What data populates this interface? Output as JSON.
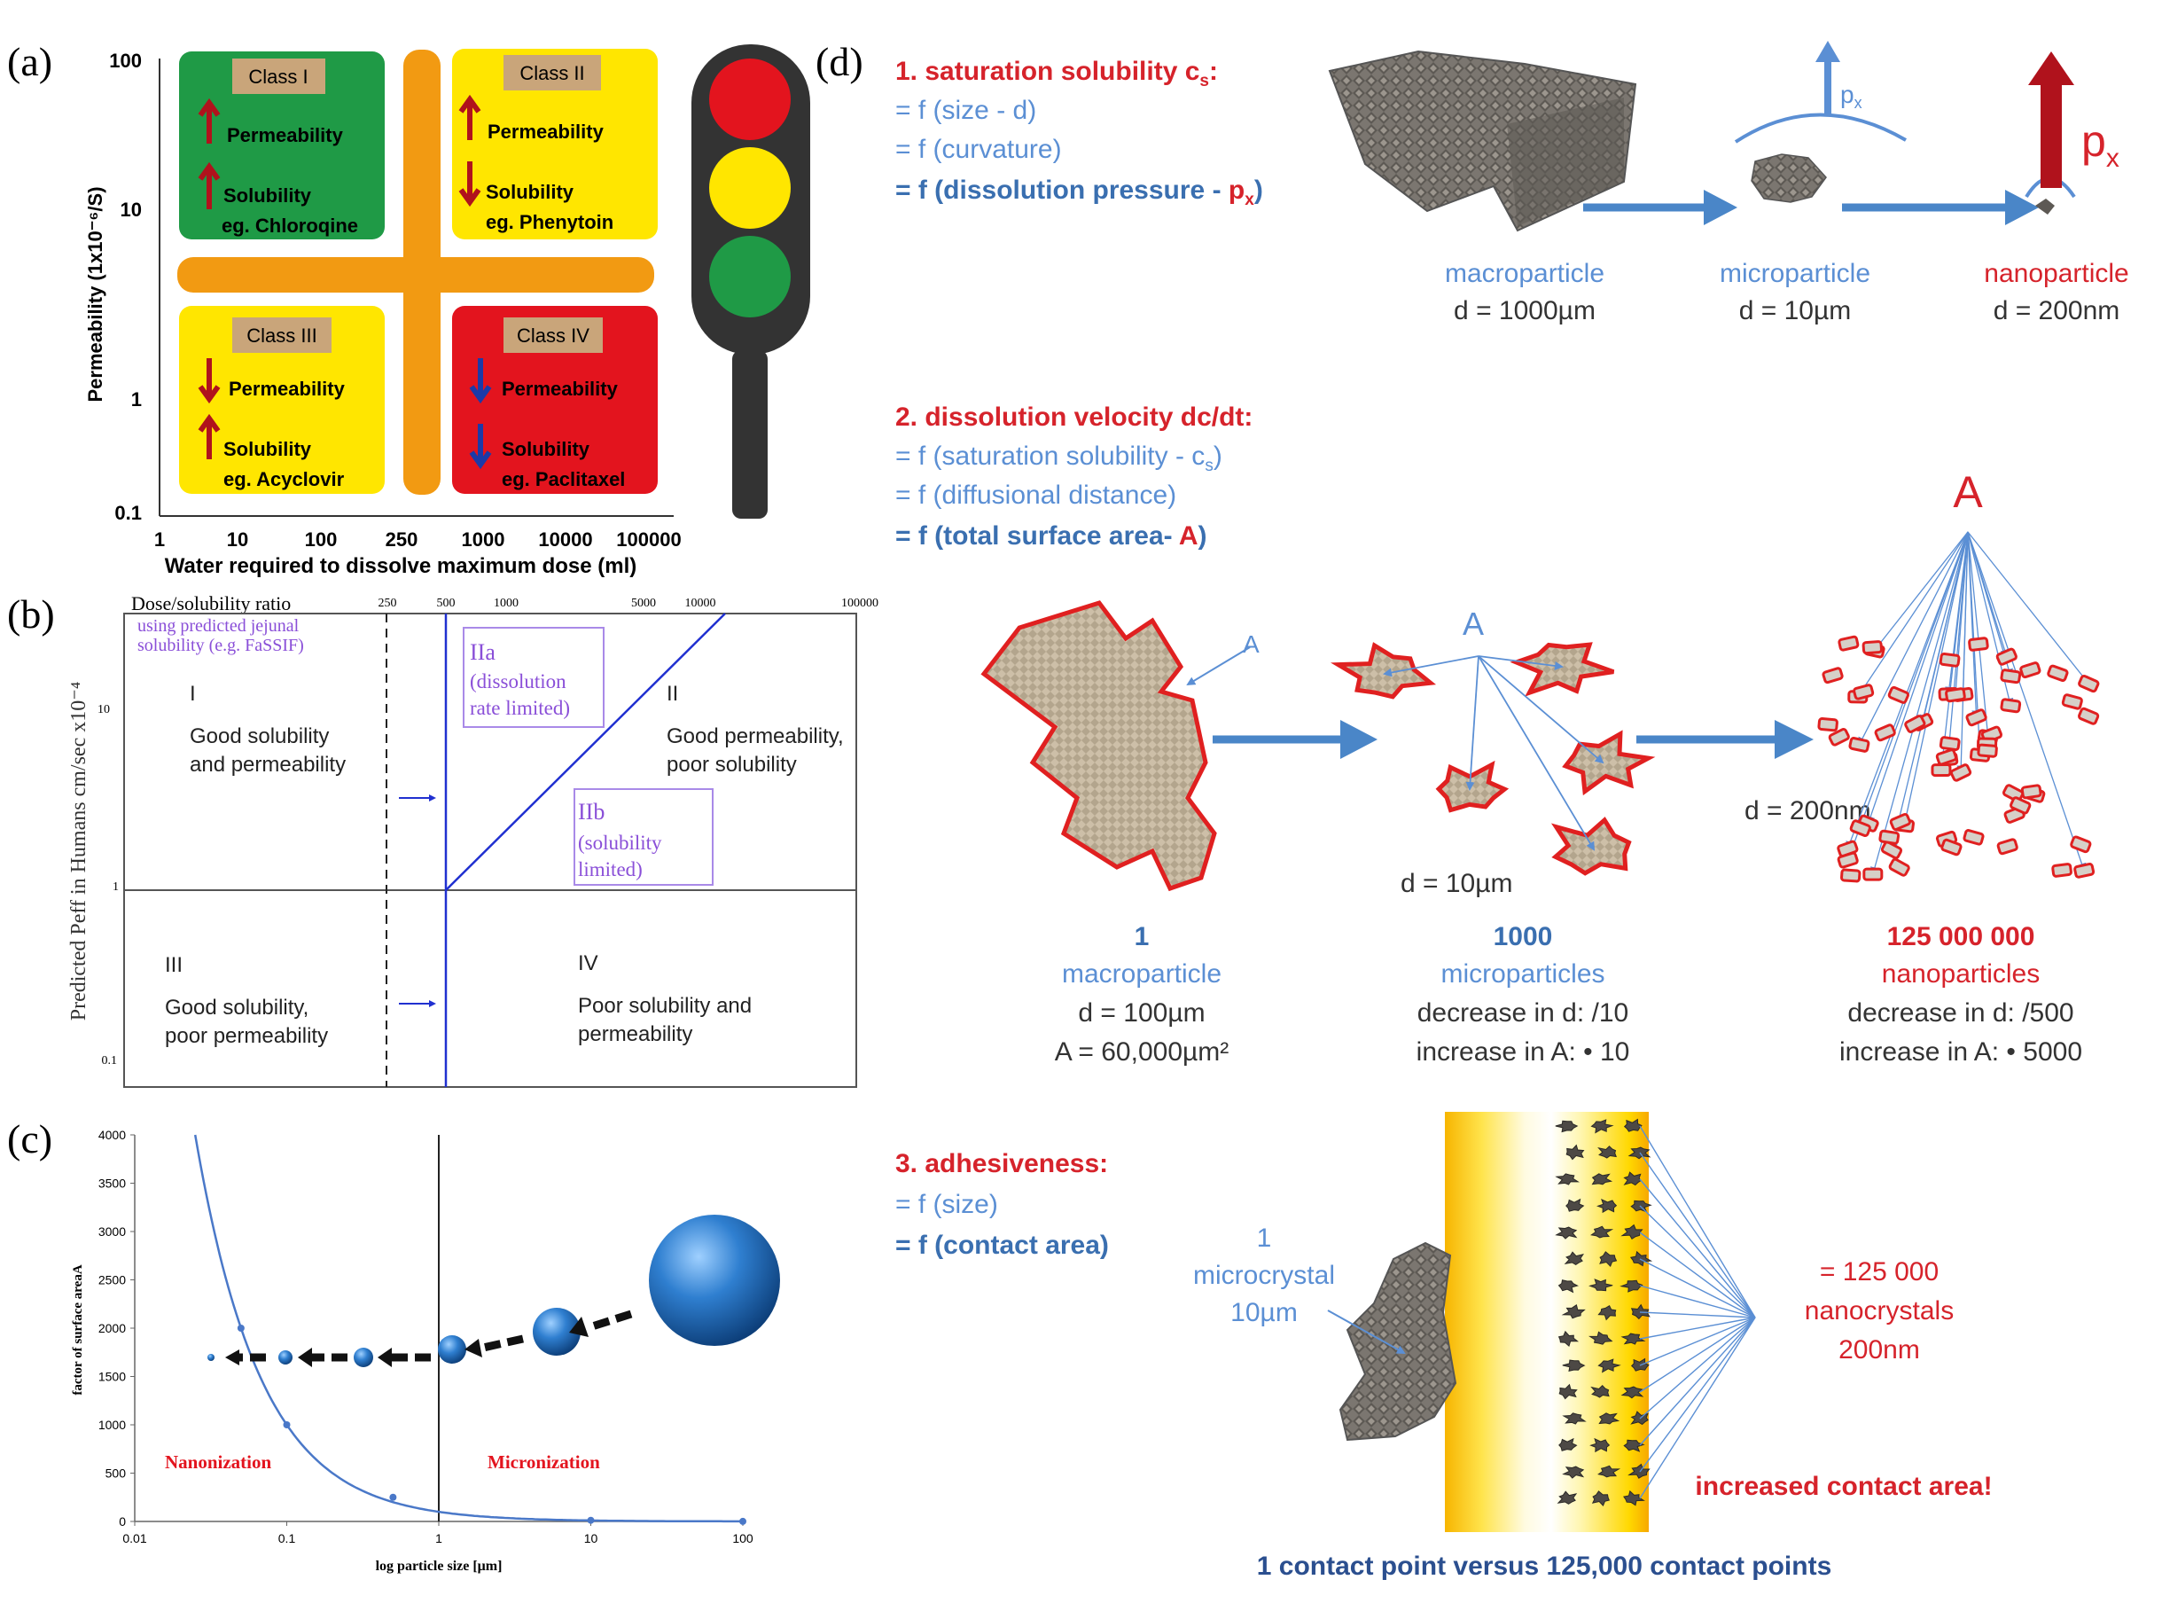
{
  "panel_a": {
    "label": "(a)",
    "yaxis_label": "Permeability (1x10⁻⁶/S)",
    "xaxis_label": "Water required to dissolve maximum dose (ml)",
    "y_ticks": [
      "100",
      "10",
      "1",
      "0.1"
    ],
    "x_ticks": [
      "1",
      "10",
      "100",
      "250",
      "1000",
      "10000",
      "100000"
    ],
    "colors": {
      "green": "#1f9a46",
      "yellow": "#ffe600",
      "red": "#e3141e",
      "orange": "#f29a12",
      "tag": "#c9a57a"
    },
    "classes": [
      {
        "tag": "Class I",
        "perm": "Permeability",
        "sol": "Solubility",
        "eg": "eg. Chloroqine"
      },
      {
        "tag": "Class II",
        "perm": "Permeability",
        "sol": "Solubility",
        "eg": "eg. Phenytoin"
      },
      {
        "tag": "Class III",
        "perm": "Permeability",
        "sol": "Solubility",
        "eg": "eg. Acyclovir"
      },
      {
        "tag": "Class IV",
        "perm": "Permeability",
        "sol": "Solubility",
        "eg": "eg. Paclitaxel"
      }
    ]
  },
  "panel_b": {
    "label": "(b)",
    "top_label": "Dose/solubility ratio",
    "top_ticks": [
      "250",
      "500",
      "1000",
      "5000",
      "10000",
      "100000"
    ],
    "note_line1": "using predicted jejunal",
    "note_line2": "solubility (e.g. FaSSIF)",
    "yaxis_label": "Predicted  Peff in Humans cm/sec x10⁻⁴",
    "y_ticks": [
      "10",
      "1",
      "0.1"
    ],
    "I": {
      "roman": "I",
      "l1": "Good solubility",
      "l2": "and permeability"
    },
    "II": {
      "roman": "II",
      "l1": "Good permeability,",
      "l2": "poor solubility"
    },
    "IIa": {
      "roman": "IIa",
      "l1": "(dissolution",
      "l2": "rate limited)"
    },
    "IIb": {
      "roman": "IIb",
      "l1": "(solubility",
      "l2": "limited)"
    },
    "III": {
      "roman": "III",
      "l1": "Good solubility,",
      "l2": "poor permeability"
    },
    "IV": {
      "roman": "IV",
      "l1": "Poor solubility and",
      "l2": "permeability"
    }
  },
  "panel_c": {
    "label": "(c)",
    "yaxis_label": "factor of surface areaA",
    "xaxis_label": "log  particle size [μm]",
    "y_ticks": [
      "4000",
      "3500",
      "3000",
      "2500",
      "2000",
      "1500",
      "1000",
      "500",
      "0"
    ],
    "x_ticks": [
      "0.01",
      "0.1",
      "1",
      "10",
      "100"
    ],
    "nano_label": "Nanonization",
    "micro_label": "Micronization",
    "chart_data": {
      "type": "line",
      "xlabel": "log  particle size [μm]",
      "ylabel": "factor of surface areaA",
      "xscale": "log",
      "xlim": [
        0.01,
        100
      ],
      "ylim": [
        0,
        4000
      ],
      "x": [
        0.05,
        0.1,
        0.5,
        10,
        100
      ],
      "y": [
        2000,
        1000,
        250,
        12,
        1
      ]
    }
  },
  "panel_d": {
    "label": "(d)",
    "s1_title": "1. saturation solubility c",
    "s1_title_sub": "s",
    "s1_title_end": ":",
    "s1_l1": "= f (size - d)",
    "s1_l2": "= f (curvature)",
    "s1_l3": "= f (dissolution pressure - ",
    "s1_l3_red": "p",
    "s1_l3_sub": "x",
    "s1_l3_end": ")",
    "macro_name": "macroparticle",
    "macro_d": "d = 1000µm",
    "micro_name": "microparticle",
    "micro_d": "d = 10µm",
    "nano_name": "nanoparticle",
    "nano_d": "d = 200nm",
    "p_small": "p",
    "p_small_sub": "x",
    "p_big": "p",
    "p_big_sub": "x",
    "s2_title": "2. dissolution velocity dc/dt:",
    "s2_l1": "= f (saturation solubility - c",
    "s2_l1_sub": "s",
    "s2_l1_end": ")",
    "s2_l2": "= f (diffusional distance)",
    "s2_l3": "= f (total surface area- ",
    "s2_l3_red": "A",
    "s2_l3_end": ")",
    "A_label": "A",
    "d_10": "d = 10µm",
    "d_200": "d = 200nm",
    "c1_count": "1",
    "c1_name": "macroparticle",
    "c1_d": "d = 100µm",
    "c1_A": "A = 60,000µm²",
    "c2_count": "1000",
    "c2_name": "microparticles",
    "c2_d": "decrease in d: /10",
    "c2_A": "increase in A: • 10",
    "c3_count": "125 000 000",
    "c3_name": "nanoparticles",
    "c3_d": "decrease in d: /500",
    "c3_A": "increase in A: • 5000",
    "s3_title": "3. adhesiveness:",
    "s3_l1": "= f (size)",
    "s3_l2": "= f (contact area)",
    "mc1": "1",
    "mc2": "microcrystal",
    "mc3": "10µm",
    "nc1": "= 125 000",
    "nc2": "nanocrystals",
    "nc3": "200nm",
    "increased": "increased contact area!",
    "bottom": "1 contact point versus 125,000 contact points"
  }
}
